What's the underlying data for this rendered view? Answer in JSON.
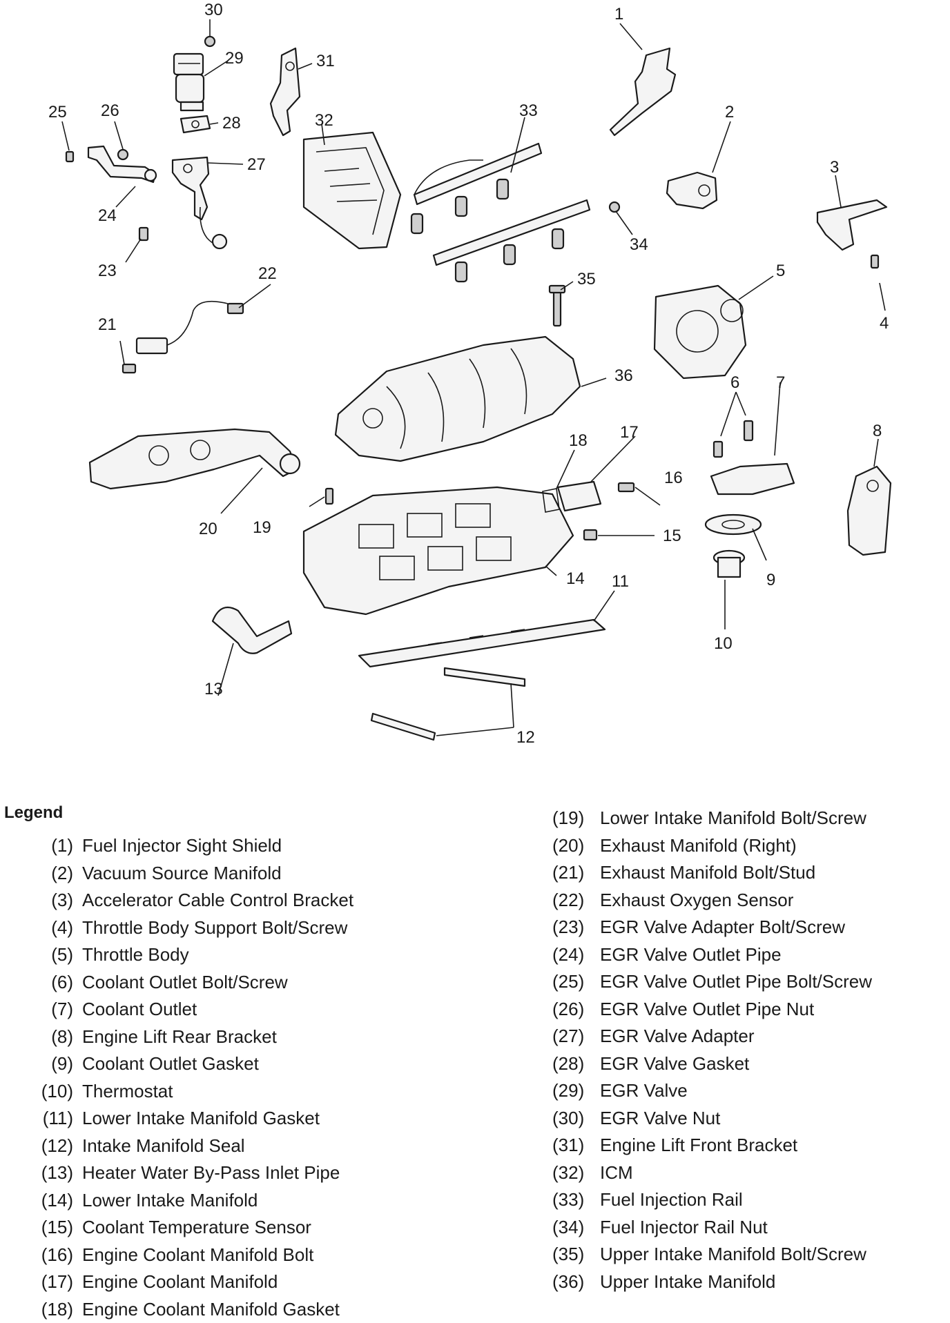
{
  "diagram": {
    "callouts": [
      "1",
      "2",
      "3",
      "4",
      "5",
      "6",
      "7",
      "8",
      "9",
      "10",
      "11",
      "12",
      "13",
      "14",
      "15",
      "16",
      "17",
      "18",
      "19",
      "20",
      "21",
      "22",
      "23",
      "24",
      "25",
      "26",
      "27",
      "28",
      "29",
      "30",
      "31",
      "32",
      "33",
      "34",
      "35",
      "36"
    ]
  },
  "legend": {
    "title": "Legend",
    "left_column": [
      {
        "num": "(1)",
        "label": "Fuel Injector Sight Shield"
      },
      {
        "num": "(2)",
        "label": "Vacuum Source Manifold"
      },
      {
        "num": "(3)",
        "label": "Accelerator Cable Control Bracket"
      },
      {
        "num": "(4)",
        "label": "Throttle Body Support Bolt/Screw"
      },
      {
        "num": "(5)",
        "label": "Throttle Body"
      },
      {
        "num": "(6)",
        "label": "Coolant Outlet Bolt/Screw"
      },
      {
        "num": "(7)",
        "label": "Coolant Outlet"
      },
      {
        "num": "(8)",
        "label": "Engine Lift Rear Bracket"
      },
      {
        "num": "(9)",
        "label": "Coolant Outlet Gasket"
      },
      {
        "num": "(10)",
        "label": "Thermostat"
      },
      {
        "num": "(11)",
        "label": "Lower Intake Manifold Gasket"
      },
      {
        "num": "(12)",
        "label": "Intake Manifold Seal"
      },
      {
        "num": "(13)",
        "label": "Heater Water By-Pass Inlet Pipe"
      },
      {
        "num": "(14)",
        "label": "Lower Intake Manifold"
      },
      {
        "num": "(15)",
        "label": "Coolant Temperature Sensor"
      },
      {
        "num": "(16)",
        "label": "Engine Coolant Manifold Bolt"
      },
      {
        "num": "(17)",
        "label": "Engine Coolant Manifold"
      },
      {
        "num": "(18)",
        "label": "Engine Coolant Manifold Gasket"
      }
    ],
    "right_column": [
      {
        "num": "(19)",
        "label": "Lower Intake Manifold Bolt/Screw"
      },
      {
        "num": "(20)",
        "label": "Exhaust Manifold (Right)"
      },
      {
        "num": "(21)",
        "label": "Exhaust Manifold Bolt/Stud"
      },
      {
        "num": "(22)",
        "label": "Exhaust Oxygen Sensor"
      },
      {
        "num": "(23)",
        "label": "EGR Valve Adapter Bolt/Screw"
      },
      {
        "num": "(24)",
        "label": "EGR Valve Outlet Pipe"
      },
      {
        "num": "(25)",
        "label": "EGR Valve Outlet Pipe Bolt/Screw"
      },
      {
        "num": "(26)",
        "label": "EGR Valve Outlet Pipe Nut"
      },
      {
        "num": "(27)",
        "label": "EGR Valve Adapter"
      },
      {
        "num": "(28)",
        "label": "EGR Valve Gasket"
      },
      {
        "num": "(29)",
        "label": "EGR Valve"
      },
      {
        "num": "(30)",
        "label": "EGR Valve Nut"
      },
      {
        "num": "(31)",
        "label": "Engine Lift Front Bracket"
      },
      {
        "num": "(32)",
        "label": "ICM"
      },
      {
        "num": "(33)",
        "label": "Fuel Injection Rail"
      },
      {
        "num": "(34)",
        "label": "Fuel Injector Rail Nut"
      },
      {
        "num": "(35)",
        "label": "Upper Intake Manifold Bolt/Screw"
      },
      {
        "num": "(36)",
        "label": "Upper Intake Manifold"
      }
    ]
  }
}
